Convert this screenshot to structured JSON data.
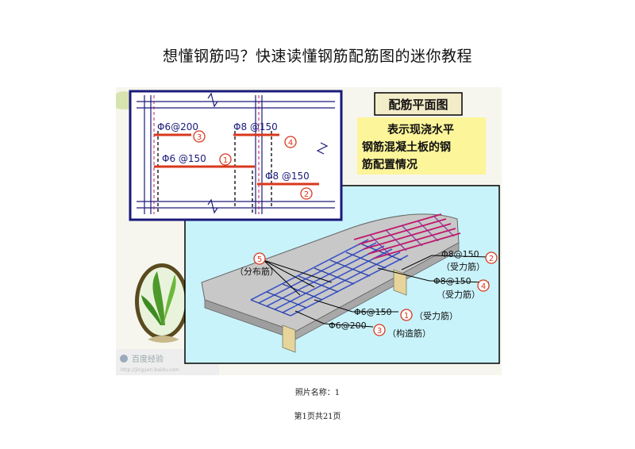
{
  "doc": {
    "title": "想懂钢筋吗？快速读懂钢筋配筋图的迷你教程",
    "caption": "照片名称：1",
    "pager": "第1页共21页"
  },
  "figure": {
    "plan_heading": "配筋平面图",
    "description_lines": [
      "表示现浇水平",
      "钢筋混凝土板的钢",
      "筋配置情况"
    ],
    "plan_labels": [
      {
        "text": "Φ6@200",
        "num": "3"
      },
      {
        "text": "Φ8 @150",
        "num": "4"
      },
      {
        "text": "Φ6 @150",
        "num": "1"
      },
      {
        "text": "Φ8 @150",
        "num": "2"
      }
    ],
    "iso_labels": [
      {
        "num": "5",
        "text": "（分布筋）"
      },
      {
        "spec": "Φ8@150",
        "num": "2",
        "text": "（受力筋）"
      },
      {
        "spec": "Φ8@150",
        "num": "4",
        "text": "（受力筋）"
      },
      {
        "spec": "Φ6@150",
        "num": "1",
        "text": "（受力筋）"
      },
      {
        "spec": "Φ6@200",
        "num": "3",
        "text": "（构造筋）"
      }
    ],
    "watermark": "百度经验",
    "watermark_url": "http://jingyan.baidu.com"
  },
  "colors": {
    "plan_border": "#1a1a7a",
    "rebar_red": "#d9381e",
    "desc_bg": "#fdf59a",
    "heading_bg": "#f3ecc8",
    "iso_bg": "#c9f3fb",
    "slab_grey": "#bdbdbd"
  }
}
